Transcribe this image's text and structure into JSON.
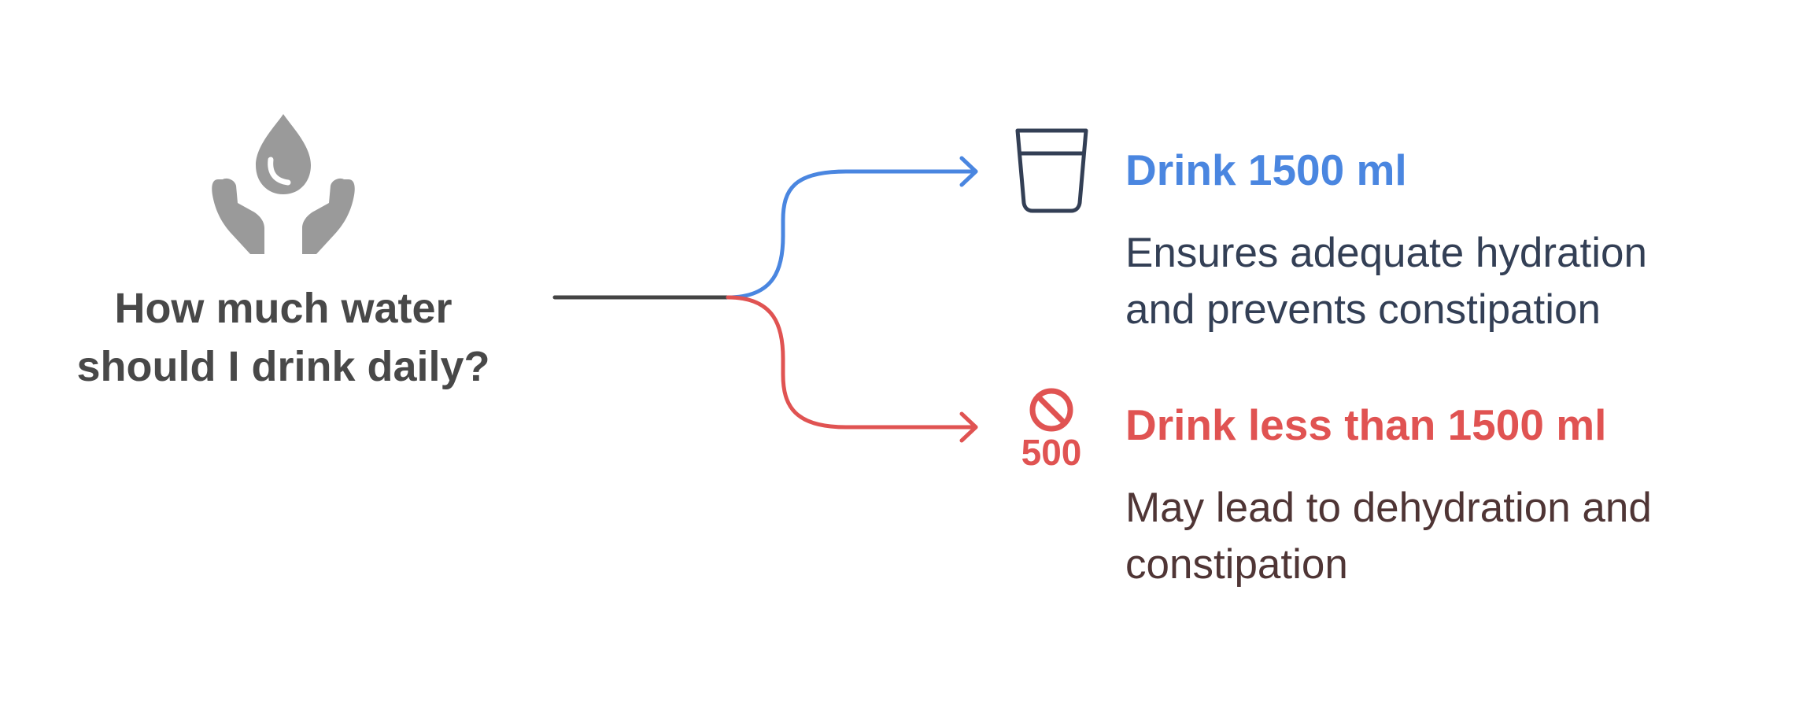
{
  "question": {
    "line1": "How much water",
    "line2": "should I drink daily?"
  },
  "options": [
    {
      "title": "Drink 1500 ml",
      "desc_line1": "Ensures adequate hydration",
      "desc_line2": "and prevents constipation",
      "icon": "glass-icon",
      "color": "#4a86e0",
      "text_color": "#333f55"
    },
    {
      "title": "Drink less than 1500 ml",
      "desc_line1": "May lead to dehydration and",
      "desc_line2": "constipation",
      "icon": "no-500-icon",
      "icon_label": "500",
      "color": "#e05352",
      "text_color": "#4f3535"
    }
  ],
  "colors": {
    "question": "#484848",
    "water_icon": "#9a9a9a",
    "stem_line": "#444444"
  }
}
